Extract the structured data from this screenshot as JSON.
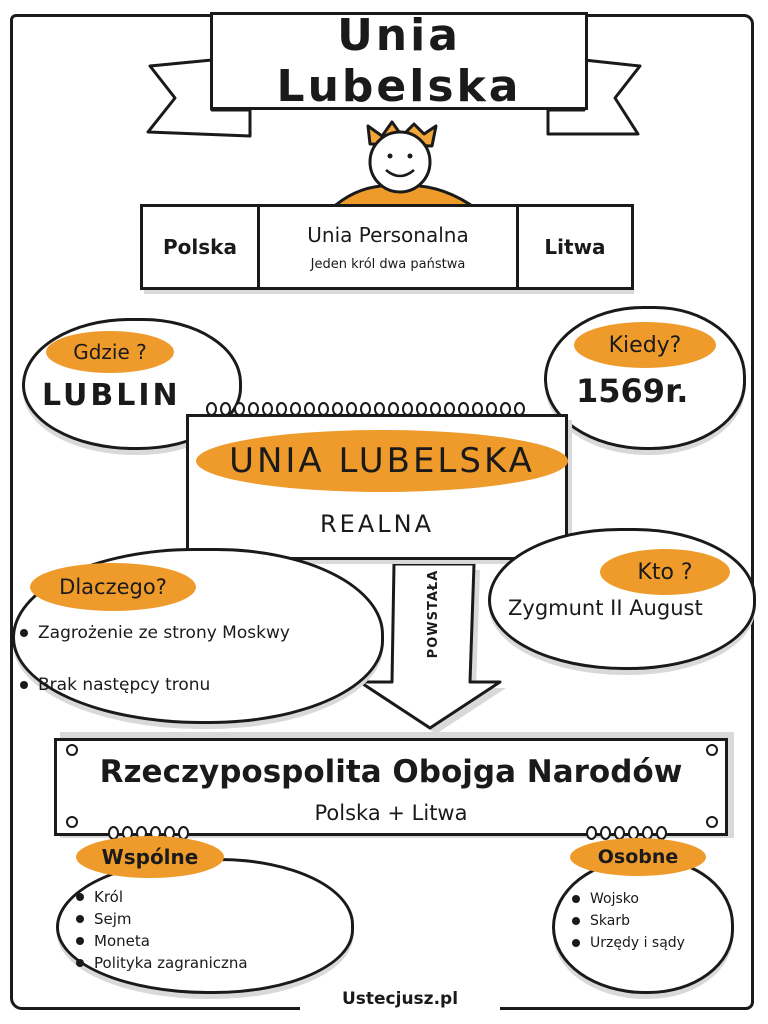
{
  "title": "Unia Lubelska",
  "personal_union": {
    "left": "Polska",
    "middle_title": "Unia Personalna",
    "middle_subtitle": "Jeden król dwa państwa",
    "right": "Litwa"
  },
  "where": {
    "question": "Gdzie ?",
    "answer": "LUBLIN"
  },
  "when": {
    "question": "Kiedy?",
    "answer": "1569r."
  },
  "center_card": {
    "title": "UNIA LUBELSKA",
    "type": "REALNA"
  },
  "why": {
    "question": "Dlaczego?",
    "reasons": [
      "Zagrożenie ze strony Moskwy",
      "Brak następcy tronu"
    ]
  },
  "who": {
    "question": "Kto ?",
    "answer": "Zygmunt II August"
  },
  "arrow_label": "POWSTAŁA",
  "result": {
    "title": "Rzeczypospolita Obojga Narodów",
    "subtitle": "Polska + Litwa"
  },
  "common": {
    "label": "Wspólne",
    "items": [
      "Król",
      "Sejm",
      "Moneta",
      "Polityka zagraniczna"
    ]
  },
  "separate": {
    "label": "Osobne",
    "items": [
      "Wojsko",
      "Skarb",
      "Urzędy i sądy"
    ]
  },
  "footer": "Ustecjusz.pl",
  "colors": {
    "accent": "#ef9b2c",
    "ink": "#1a1a1a",
    "shadow": "#d9d9d9",
    "paper": "#ffffff"
  }
}
